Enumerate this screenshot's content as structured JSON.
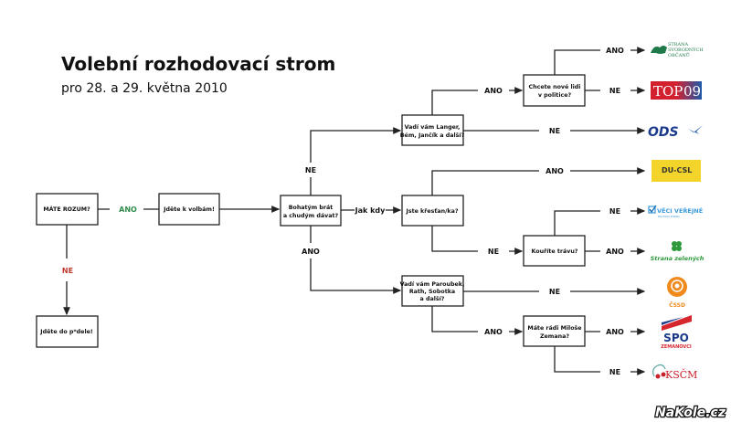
{
  "header": {
    "title": "Volební rozhodovací strom",
    "subtitle": "pro 28. a 29. května 2010"
  },
  "nodes": {
    "rozum": "MÁTE ROZUM?",
    "volby": "Jděte k volbám!",
    "pdele": "Jděte do p*dele!",
    "bohatym": [
      "Bohatým brát",
      "a chudým dávat?"
    ],
    "langer": [
      "Vadí vám Langer,",
      "Bém, Jančík a další?"
    ],
    "nove": [
      "Chcete nové lidi",
      "v politice?"
    ],
    "krestan": "Jste křesťan/ka?",
    "trava": "Kouříte trávu?",
    "paroubek": [
      "Vadí vám Paroubek,",
      "Rath, Sobotka",
      "a další?"
    ],
    "zeman": [
      "Máte rádi Miloše",
      "Zemana?"
    ]
  },
  "labels": {
    "ano": "ANO",
    "ne": "NE",
    "jak_kdy": "Jak kdy"
  },
  "parties": {
    "svobodni": [
      "STRANA",
      "SVOBODNÝCH",
      "OBČANŮ"
    ],
    "top09": [
      "TOP",
      "09"
    ],
    "ods": "ODS",
    "kdu": "DU-CSL",
    "vv": [
      "VĚCI VEŘEJNÉ",
      "POLITICKÁ STRANA"
    ],
    "zeleni": "Strana zelených",
    "cssd": "ČSSD",
    "spo": [
      "SPO",
      "ZEMANOVCI"
    ],
    "kscm": "KSČM"
  },
  "watermark": "NaKole.cz",
  "colors": {
    "ano_green": "#2e8b4a",
    "ne_red": "#c0392b",
    "top09_red": "#d2202f",
    "top09_blue": "#1e5aa8",
    "ods_blue": "#1b3a8c",
    "kdu_yellow": "#f2d42a",
    "green": "#2f9a3c",
    "cssd_orange": "#f08a1c",
    "spo_red": "#d6262e",
    "kscm_red": "#c8202a"
  }
}
